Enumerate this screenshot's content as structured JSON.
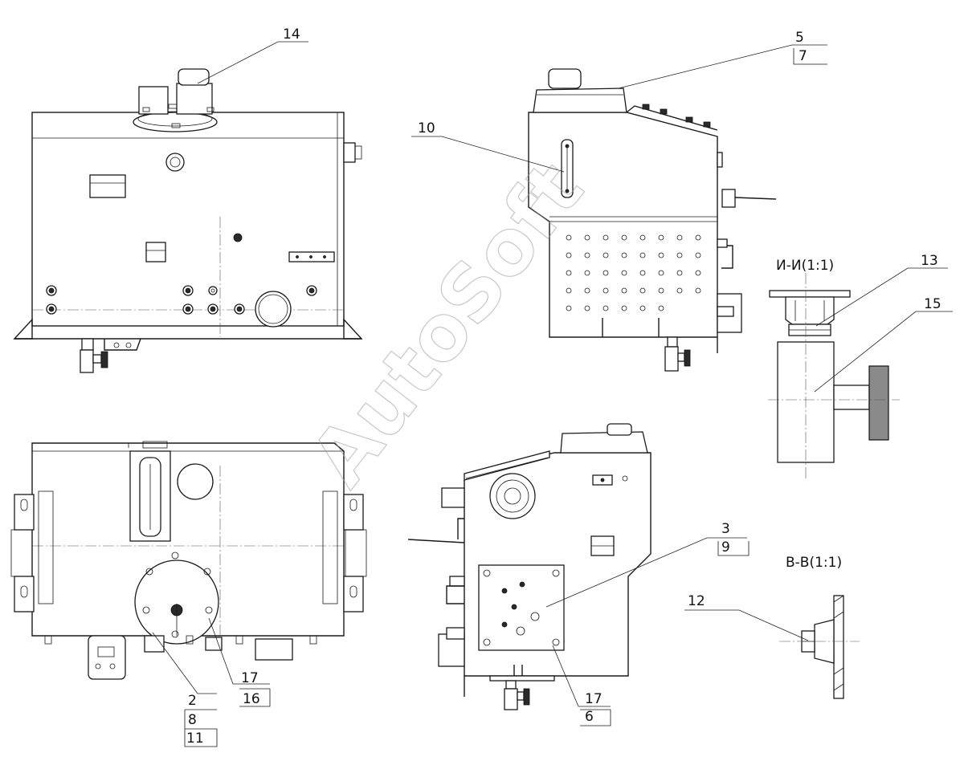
{
  "watermark": "AutoSoft",
  "section_titles": {
    "section_i": "И-И(1:1)",
    "section_v": "В-В(1:1)"
  },
  "callouts": {
    "c14": "14",
    "c5": "5",
    "c7": "7",
    "c10": "10",
    "c13": "13",
    "c15": "15",
    "c3": "3",
    "c9": "9",
    "c12": "12",
    "c2": "2",
    "c8": "8",
    "c11": "11",
    "c17a": "17",
    "c16": "16",
    "c17b": "17",
    "c6": "6"
  }
}
